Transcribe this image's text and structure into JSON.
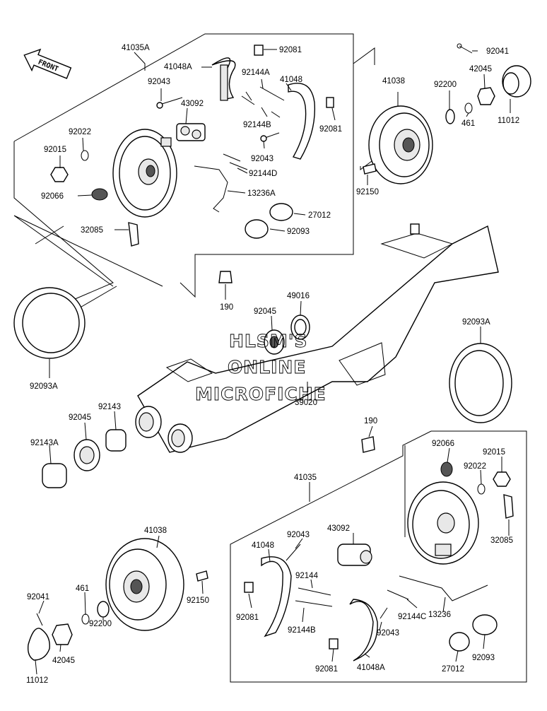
{
  "diagram": {
    "front_label": "FRONT",
    "watermark": [
      "HLSM'S",
      "ONLINE",
      "MICROFICHE"
    ],
    "part_labels": [
      "41035A",
      "92081",
      "41048A",
      "92144A",
      "41048",
      "92043",
      "43092",
      "92144B",
      "92081",
      "92022",
      "92015",
      "92043",
      "92144D",
      "92066",
      "13236A",
      "27012",
      "92093",
      "32085",
      "41038",
      "92200",
      "92041",
      "42045",
      "461",
      "11012",
      "92150",
      "190",
      "49016",
      "92045",
      "92093A",
      "92093A",
      "39020",
      "92045",
      "92143",
      "92143A",
      "190",
      "41035",
      "92066",
      "92015",
      "92022",
      "32085",
      "41038",
      "43092",
      "92043",
      "41048",
      "92144",
      "92150",
      "461",
      "92041",
      "92200",
      "42045",
      "11012",
      "92081",
      "92144B",
      "92144C",
      "92043",
      "13236",
      "92081",
      "41048A",
      "27012",
      "92093"
    ]
  }
}
